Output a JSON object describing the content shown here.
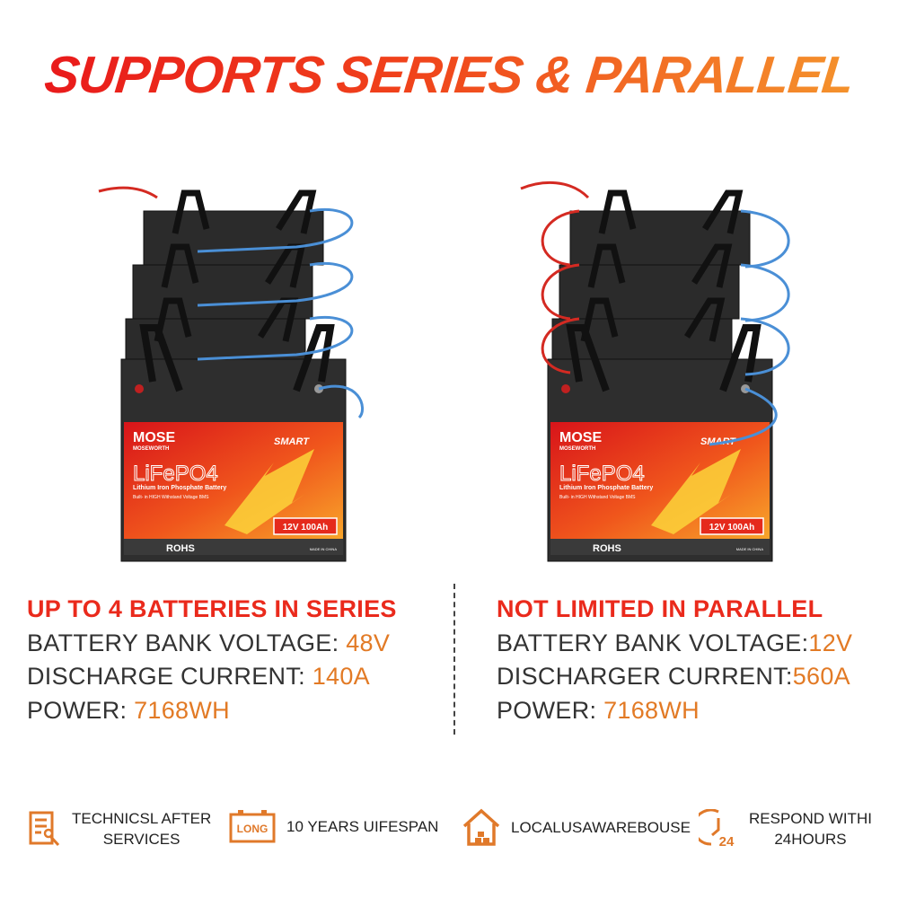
{
  "title": "SUPPORTS SERIES & PARALLEL",
  "battery_label": {
    "brand": "MOSE",
    "brand_sub": "MOSEWORTH",
    "chemistry": "LiFePO4",
    "subtitle": "Lithium Iron Phosphate Battery",
    "bms": "Built- in HIGH Withstand Voltage BMS",
    "smart": "SMART",
    "rating": "12V 100Ah",
    "certs": "ROHS",
    "origin": "MADE IN CHINA"
  },
  "series": {
    "heading": "UP TO 4 BATTERIES IN SERIES",
    "voltage_label": "BATTERY BANK VOLTAGE: ",
    "voltage_value": "48V",
    "current_label": "DISCHARGE CURRENT: ",
    "current_value": "140A",
    "power_label": "POWER: ",
    "power_value": "7168WH"
  },
  "parallel": {
    "heading": "NOT LIMITED IN PARALLEL",
    "voltage_label": "BATTERY BANK VOLTAGE:",
    "voltage_value": "12V",
    "current_label": "DISCHARGER CURRENT:",
    "current_value": "560A",
    "power_label": "POWER: ",
    "power_value": "7168WH"
  },
  "features": [
    {
      "icon": "document-wrench-icon",
      "line1": "TECHNICSL AFTER",
      "line2": "SERVICES"
    },
    {
      "icon": "long-battery-icon",
      "line1": "10 YEARS UIFESPAN",
      "icon_text": "LONG"
    },
    {
      "icon": "warehouse-house-icon",
      "line1": "LOCALUSAWAREBOUSE"
    },
    {
      "icon": "clock-24-icon",
      "line1": "RESPOND WITHI",
      "line2": "24HOURS",
      "icon_text": "24"
    }
  ],
  "colors": {
    "red": "#ea2a1c",
    "orange": "#f08a2c",
    "icon_orange": "#e0792a",
    "wire_red": "#d42a22",
    "wire_blue": "#4a8fd6"
  }
}
